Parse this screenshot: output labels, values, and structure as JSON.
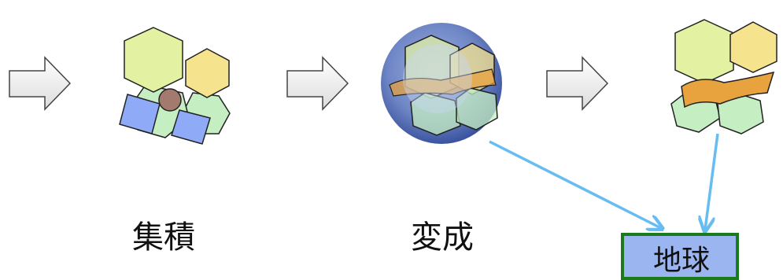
{
  "labels": {
    "accumulation": "集積",
    "metamorphism": "変成",
    "earth_box": "地球"
  },
  "colors": {
    "yellow_green_hex": "#e3f1a3",
    "yellow_hex": "#f6e38d",
    "light_green_hex": "#c5eec2",
    "blue_square": "#8faaf7",
    "brown_circle": "#a57a6e",
    "orange_band": "#e8a23e",
    "sphere_blue": "#4c66ae",
    "arrow_blue": "#67bdf2",
    "box_fill": "#9bb5f0",
    "box_border": "#1b7a1b"
  }
}
